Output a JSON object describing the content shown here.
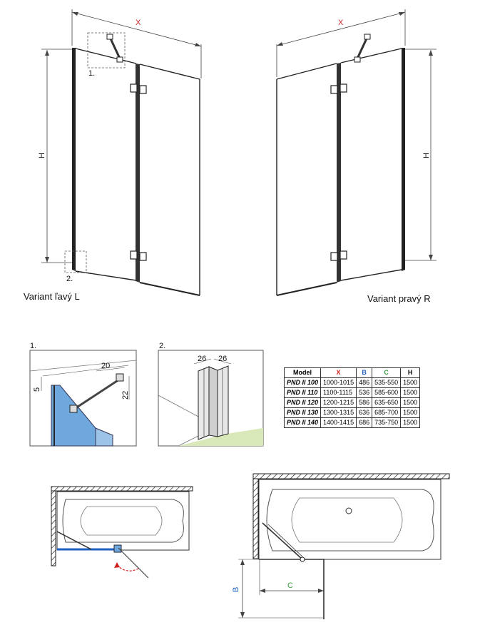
{
  "front_views": {
    "left": {
      "caption": "Variant ľavý L",
      "dim_width": "X",
      "dim_height": "H",
      "callout_1": "1.",
      "callout_2": "2."
    },
    "right": {
      "caption": "Variant pravý R",
      "dim_width": "X",
      "dim_height": "H"
    }
  },
  "details": {
    "detail_1": {
      "label": "1.",
      "dims": [
        "20",
        "5",
        "22"
      ]
    },
    "detail_2": {
      "label": "2.",
      "dims": [
        "26",
        "26"
      ]
    }
  },
  "spec_table": {
    "headers": [
      "Model",
      "X",
      "B",
      "C",
      "H"
    ],
    "rows": [
      [
        "PND II 100",
        "1000-1015",
        "486",
        "535-550",
        "1500"
      ],
      [
        "PND II 110",
        "1100-1115",
        "536",
        "585-600",
        "1500"
      ],
      [
        "PND II 120",
        "1200-1215",
        "586",
        "635-650",
        "1500"
      ],
      [
        "PND II 130",
        "1300-1315",
        "636",
        "685-700",
        "1500"
      ],
      [
        "PND II 140",
        "1400-1415",
        "686",
        "735-750",
        "1500"
      ]
    ]
  },
  "plan_views": {
    "dim_b": "B",
    "dim_c": "C"
  },
  "colors": {
    "x": "#d02020",
    "b": "#2060c0",
    "c": "#3aa040",
    "glass": "#6fa8dc",
    "floor": "#d9e8b8"
  }
}
